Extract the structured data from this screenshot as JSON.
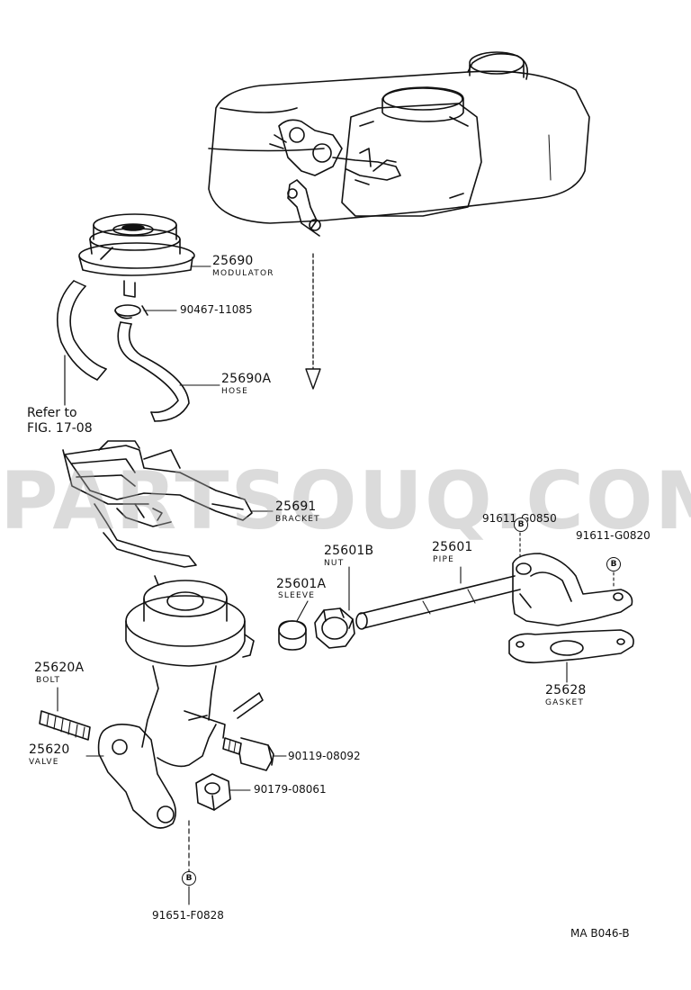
{
  "watermark": "PARTSOUQ.COM",
  "reference": {
    "line1": "Refer to",
    "line2": "FIG. 17-08"
  },
  "parts": {
    "modulator": {
      "number": "25690",
      "name": "MODULATOR"
    },
    "clip": {
      "number": "90467-11085"
    },
    "hose": {
      "number": "25690A",
      "name": "HOSE"
    },
    "bracket": {
      "number": "25691",
      "name": "BRACKET"
    },
    "nut": {
      "number": "25601B",
      "name": "NUT"
    },
    "pipe": {
      "number": "25601",
      "name": "PIPE"
    },
    "sleeve": {
      "number": "25601A",
      "name": "SLEEVE"
    },
    "bolt_top": {
      "number": "91611-G0850"
    },
    "bolt_right": {
      "number": "91611-G0820"
    },
    "gasket": {
      "number": "25628",
      "name": "GASKET"
    },
    "bolt": {
      "number": "25620A",
      "name": "BOLT"
    },
    "valve": {
      "number": "25620",
      "name": "VALVE"
    },
    "union_bolt": {
      "number": "90119-08092"
    },
    "valve_nut": {
      "number": "90179-08061"
    },
    "bottom_bolt": {
      "number": "91651-F0828"
    }
  },
  "marker": "B",
  "diagram_code": "MA B046-B"
}
